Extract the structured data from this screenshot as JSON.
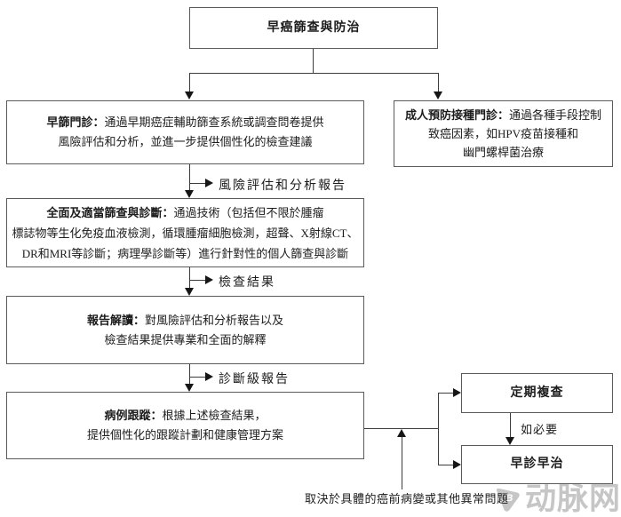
{
  "page": {
    "background": "#ffffff",
    "line_color": "#3c3c3c",
    "border_color": "#5a5a5a",
    "text_color": "#1c1c1c",
    "watermark_color": "#c6c6c6"
  },
  "flow": {
    "root": {
      "title": "早癌篩查與防治"
    },
    "screening": {
      "title": "早篩門診：",
      "lines": [
        "通過早期癌症輔助篩查系統或調查問卷提供",
        "風險評估和分析，並進一步提供個性化的檢查建議"
      ]
    },
    "vaccination": {
      "title": "成人預防接種門診：",
      "lines": [
        "通過各種手段控制",
        "致癌因素，如HPV疫苗接種和",
        "幽門螺桿菌治療"
      ]
    },
    "comprehensive": {
      "title": "全面及適當篩查與診斷：",
      "lines": [
        "通過技術（包括但不限於腫瘤",
        "標誌物等生化免疫血液檢測，循環腫瘤細胞檢測，超聲、X射線CT、",
        "DR和MRI等診斷；病理學診斷等）進行針對性的個人篩查與診斷"
      ]
    },
    "interpretation": {
      "title": "報告解讀：",
      "lines": [
        "對風險評估和分析報告以及",
        "檢查結果提供專業和全面的解釋"
      ]
    },
    "tracking": {
      "title": "病例跟蹤：",
      "lines": [
        "根據上述檢查結果，",
        "提供個性化的跟蹤計劃和健康管理方案"
      ]
    },
    "review": {
      "title": "定期複查"
    },
    "treatment": {
      "title": "早診早治"
    },
    "labels": {
      "risk_report": "風險評估和分析報告",
      "exam_result": "檢查結果",
      "diagnostic_report": "診斷級報告",
      "if_necessary": "如必要",
      "depends_note": "取決於具體的癌前病變或其他異常問題"
    }
  },
  "watermark": {
    "icon": "vb-logo",
    "text": "动脉网"
  }
}
